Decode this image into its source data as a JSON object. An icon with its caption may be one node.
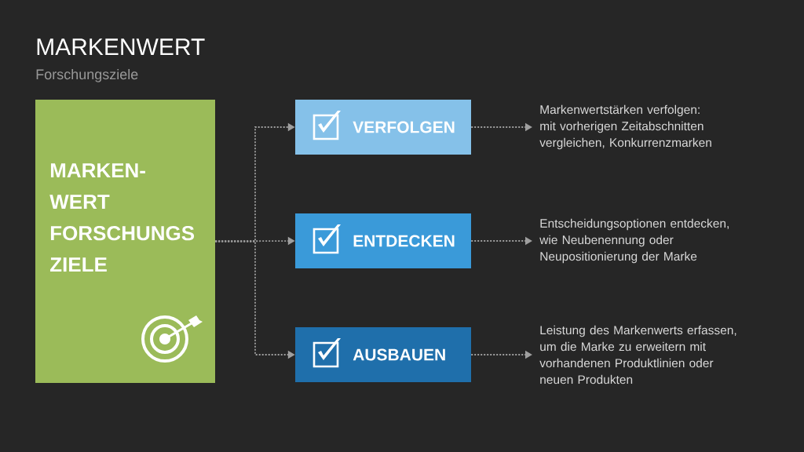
{
  "diagram": {
    "title": "MARKENWERT",
    "caption": "Forschungsziele",
    "nodes": [
      {
        "text": [
          "MARKEN- WERT FORSCHUNGS ZIELE"
        ]
      },
      {
        "text": [
          "VERFOLGEN"
        ]
      },
      {
        "text": [
          "ENTDECKEN"
        ]
      },
      {
        "text": [
          "AUSBAUEN"
        ]
      },
      {
        "text": [
          "Markenwertstärken verfolgen: mit vorherigen Zeitabschnitten vergleichen, Konkurrenzmarken"
        ]
      },
      {
        "text": [
          "Entscheidungsoptionen entdecken, wie Neubenennung oder Neupositionierung der Marke"
        ]
      },
      {
        "text": [
          "Leistung des Markenwerts erfassen, um die Marke zu erweitern mit vorhandenen Produktlinien oder neuen Produkten"
        ]
      }
    ],
    "edges": [
      {
        "from": 0,
        "to": 1,
        "arrow": "to"
      },
      {
        "from": 0,
        "to": 2,
        "arrow": "to"
      },
      {
        "from": 0,
        "to": 3,
        "arrow": "to"
      },
      {
        "from": 1,
        "to": 4,
        "arrow": "to"
      },
      {
        "from": 2,
        "to": 5,
        "arrow": "to"
      },
      {
        "from": 3,
        "to": 6,
        "arrow": "to"
      }
    ]
  }
}
